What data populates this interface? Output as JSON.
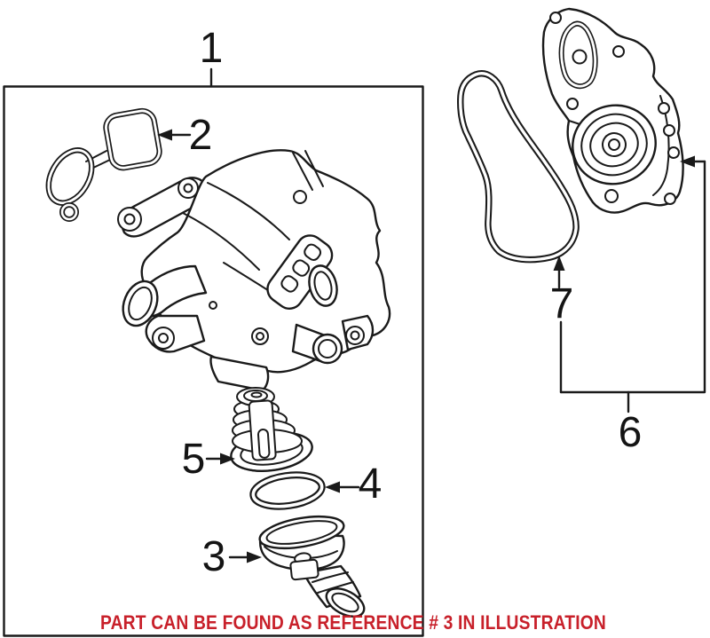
{
  "diagram": {
    "callouts": [
      {
        "ref": "1"
      },
      {
        "ref": "2"
      },
      {
        "ref": "3"
      },
      {
        "ref": "4"
      },
      {
        "ref": "5"
      },
      {
        "ref": "6"
      },
      {
        "ref": "7"
      }
    ],
    "caption": {
      "text": "PART CAN BE FOUND AS REFERENCE # 3 IN ILLUSTRATION",
      "color": "#c8202a"
    },
    "colors": {
      "line": "#1a1a1a",
      "background": "#ffffff"
    }
  }
}
